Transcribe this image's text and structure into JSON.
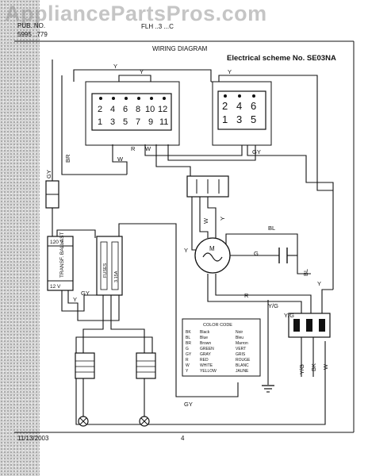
{
  "header": {
    "watermark": "AppliancePartsPros.com",
    "doc_code": "PUB. NO.",
    "part_code": "5995 ..779",
    "model_code": "FLH ..3 ...C",
    "title": "WIRING DIAGRAM",
    "scheme": "Electrical scheme No. SE03NA"
  },
  "footer": {
    "date": "11/13/2003",
    "page": "4"
  },
  "terminal_block_a": {
    "top_row": [
      "2",
      "4",
      "6",
      "8",
      "10",
      "12"
    ],
    "bottom_row": [
      "1",
      "3",
      "5",
      "7",
      "9",
      "11"
    ]
  },
  "terminal_block_b": {
    "top_row": [
      "2",
      "4",
      "6"
    ],
    "bottom_row": [
      "1",
      "3",
      "5"
    ]
  },
  "components": {
    "ballast_top": "120 V",
    "ballast_body": "TRANSF. BALLAST",
    "ballast_bottom": "12 V",
    "fuses": "FUSES",
    "fuse_value": "3.15A",
    "motor": "M"
  },
  "wire_labels": {
    "y_top_left": "Y",
    "y_top_mid": "Y",
    "y_top_right": "Y",
    "br": "BR",
    "gy_left": "GY",
    "w_block_a": "W",
    "r_block_a": "R",
    "w_block_a2": "W",
    "gy_block_b": "GY",
    "w_motor": "W",
    "y_motor": "Y",
    "y_motor_left": "Y",
    "bl": "BL",
    "g": "G",
    "bl_right": "BL",
    "y_right": "Y",
    "r_motor": "R",
    "yg_a": "Y/G",
    "yg_b": "Y/G",
    "gy_ballast": "GY",
    "y_ballast": "Y",
    "yg_bottom": "Y/G",
    "bk_bottom": "BK",
    "w_bottom": "W",
    "gy_bottom": "GY"
  },
  "color_code": {
    "title": "COLOR CODE",
    "rows": [
      [
        "BK",
        "Black",
        "Noir"
      ],
      [
        "BL",
        "Blue",
        "Bleu"
      ],
      [
        "BR",
        "Brown",
        "Marron"
      ],
      [
        "G",
        "GREEN",
        "VERT"
      ],
      [
        "GY",
        "GRAY",
        "GRIS"
      ],
      [
        "R",
        "RED",
        "ROUGE"
      ],
      [
        "W",
        "WHITE",
        "BLANC"
      ],
      [
        "Y",
        "YELLOW",
        "JAUNE"
      ]
    ]
  }
}
